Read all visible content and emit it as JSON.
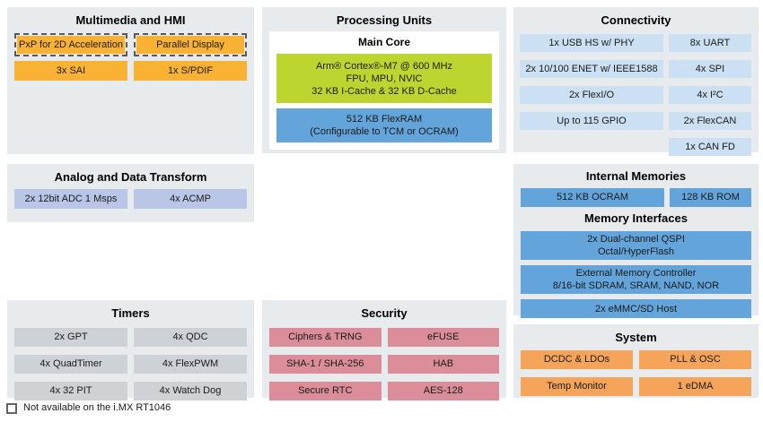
{
  "colors": {
    "panel_background": "#E7EBEE",
    "multimedia_orange": "#F9B233",
    "system_orange": "#F7A45B",
    "core_green": "#BFD52F",
    "memory_blue": "#63A5DB",
    "connectivity_light_blue": "#CBE0F3",
    "analog_lavender": "#B9C6E8",
    "timers_gray": "#CDD2D7",
    "security_pink": "#DB8E99",
    "dashed_border": "#58595B"
  },
  "panels": {
    "multimedia": {
      "title": "Multimedia and HMI",
      "blocks": [
        {
          "label": "PxP for 2D Acceleration",
          "dashed": true
        },
        {
          "label": "Parallel Display",
          "dashed": true
        },
        {
          "label": "3x SAI",
          "dashed": false
        },
        {
          "label": "1x S/PDIF",
          "dashed": false
        }
      ]
    },
    "processing": {
      "title": "Processing Units",
      "subpanel_title": "Main Core",
      "core_lines": {
        "l1": "Arm® Cortex®-M7 @ 600 MHz",
        "l2": "FPU, MPU, NVIC",
        "l3": "32 KB I-Cache & 32 KB D-Cache"
      },
      "flexram_lines": {
        "l1": "512 KB FlexRAM",
        "l2": "(Configurable to TCM or OCRAM)"
      }
    },
    "connectivity": {
      "title": "Connectivity",
      "left": [
        "1x USB HS w/ PHY",
        "2x 10/100 ENET w/ IEEE1588",
        "2x FlexI/O",
        "Up to 115 GPIO"
      ],
      "right": [
        "8x UART",
        "4x SPI",
        "4x I²C",
        "2x FlexCAN",
        "1x CAN FD"
      ]
    },
    "analog": {
      "title": "Analog and Data Transform",
      "blocks": [
        "2x 12bit ADC 1 Msps",
        "4x ACMP"
      ]
    },
    "memories": {
      "title_internal": "Internal Memories",
      "internal_blocks": [
        "512 KB OCRAM",
        "128 KB ROM"
      ],
      "title_interfaces": "Memory Interfaces",
      "interface_blocks": [
        {
          "l1": "2x Dual-channel QSPI",
          "l2": "Octal/HyperFlash"
        },
        {
          "l1": "External Memory Controller",
          "l2": "8/16-bit SDRAM, SRAM, NAND, NOR"
        },
        {
          "l1": "2x eMMC/SD Host",
          "l2": ""
        }
      ]
    },
    "timers": {
      "title": "Timers",
      "blocks": [
        "2x GPT",
        "4x QDC",
        "4x QuadTimer",
        "4x FlexPWM",
        "4x 32 PIT",
        "4x Watch Dog"
      ]
    },
    "security": {
      "title": "Security",
      "blocks": [
        "Ciphers & TRNG",
        "eFUSE",
        "SHA-1 / SHA-256",
        "HAB",
        "Secure RTC",
        "AES-128"
      ]
    },
    "system": {
      "title": "System",
      "blocks": [
        "DCDC & LDOs",
        "PLL & OSC",
        "Temp Monitor",
        "1 eDMA"
      ]
    }
  },
  "legend": {
    "text": "Not available on the i.MX RT1046"
  }
}
